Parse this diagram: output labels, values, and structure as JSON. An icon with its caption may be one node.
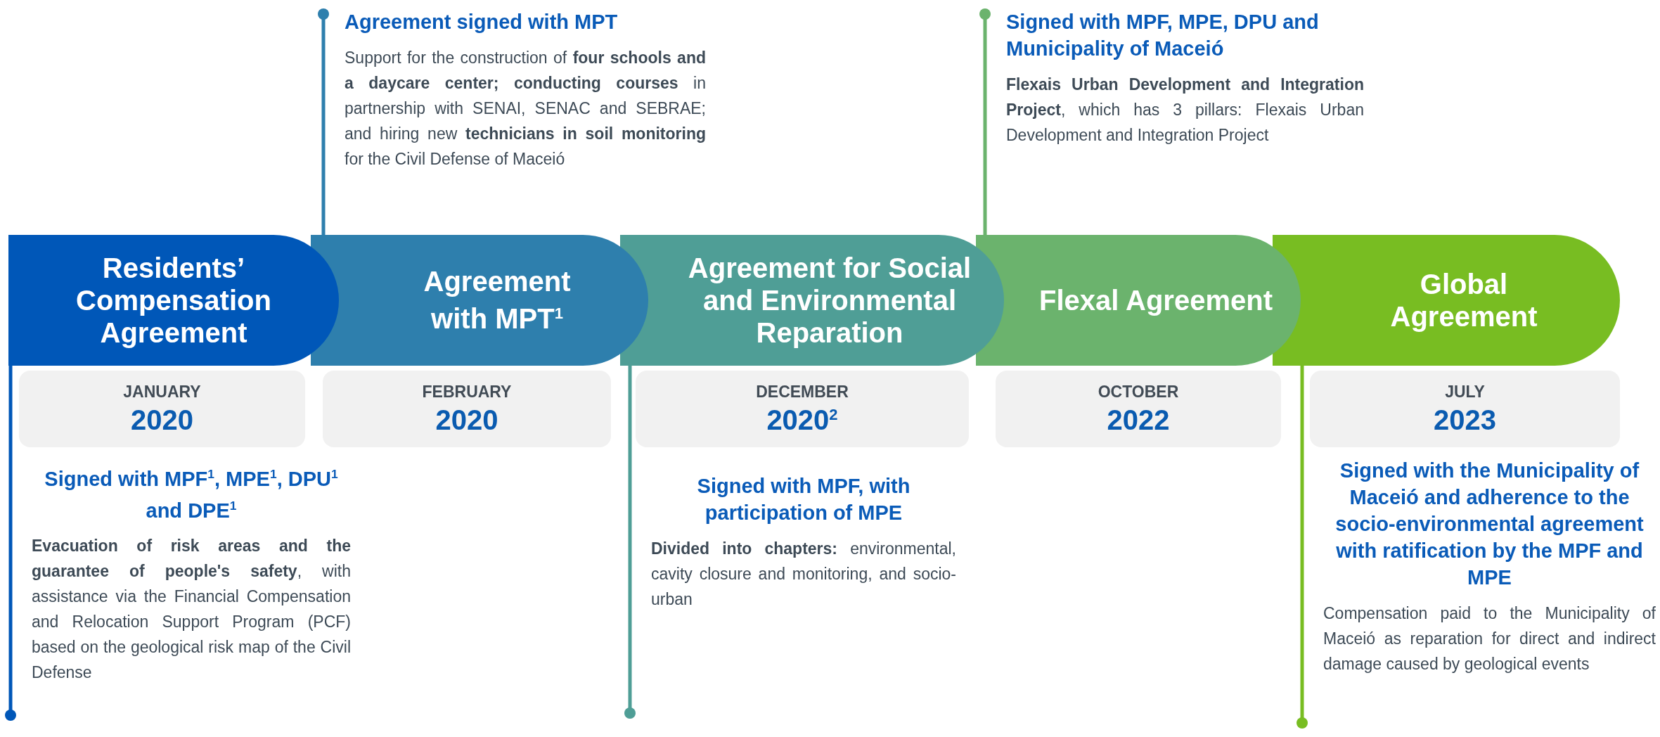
{
  "diagram": {
    "nodes": [
      {
        "text": [
          "Agreement signed with MPT",
          "Support for the construction of **four schools and a daycare center; conducting courses** in partnership with SENAI, SENAC and SEBRAE; and hiring new **technicians in soil monitoring** for the Civil Defense of Maceió"
        ]
      },
      {
        "text": [
          "Signed with MPF, MPE, DPU and Municipality of Maceió",
          "**Flexais Urban Development and Integration Project**, which has 3 pillars: Flexais Urban Development and Integration Project"
        ]
      },
      {
        "text": [
          "Residents’ Compensation Agreement"
        ]
      },
      {
        "text": [
          "Agreement with MPT$^{1}$"
        ]
      },
      {
        "text": [
          "Agreement for Social and Environmental Reparation"
        ]
      },
      {
        "text": [
          "Flexal Agreement"
        ]
      },
      {
        "text": [
          "Global Agreement"
        ]
      },
      {
        "text": [
          "JANUARY",
          "2020"
        ]
      },
      {
        "text": [
          "FEBRUARY",
          "2020"
        ]
      },
      {
        "text": [
          "DECEMBER",
          "2020$^{2}$"
        ]
      },
      {
        "text": [
          "OCTOBER",
          "2022"
        ]
      },
      {
        "text": [
          "JULY",
          "2023"
        ]
      },
      {
        "text": [
          "Signed with MPF$^{1}$, MPE$^{1}$, DPU$^{1}$ and DPE$^{1}$",
          "**Evacuation of risk areas and the guarantee of people's safety**, with assistance via the Financial Compensation and Relocation Support Program (PCF) based on the geological risk map of the Civil Defense"
        ]
      },
      {
        "text": [
          "Signed with MPF, with participation of MPE",
          "**Divided into chapters:** environmental, cavity closure and monitoring, and socio-urban"
        ]
      },
      {
        "text": [
          "Signed with the Municipality of Maceió and adherence to the socio-environmental agreement with ratification by the MPF and MPE",
          "Compensation paid to the Municipality of Maceió as reparation for direct and indirect damage caused by geological events"
        ]
      }
    ],
    "edges": [
      {
        "from": 2,
        "to": 12,
        "arrow": "other",
        "color": "#0057b8"
      },
      {
        "from": 3,
        "to": 0,
        "arrow": "other",
        "color": "#2e7fad"
      },
      {
        "from": 4,
        "to": 13,
        "arrow": "other",
        "color": "#4f9e96"
      },
      {
        "from": 5,
        "to": 1,
        "arrow": "other",
        "color": "#6bb36d"
      },
      {
        "from": 6,
        "to": 14,
        "arrow": "other",
        "color": "#78bd22"
      }
    ]
  }
}
